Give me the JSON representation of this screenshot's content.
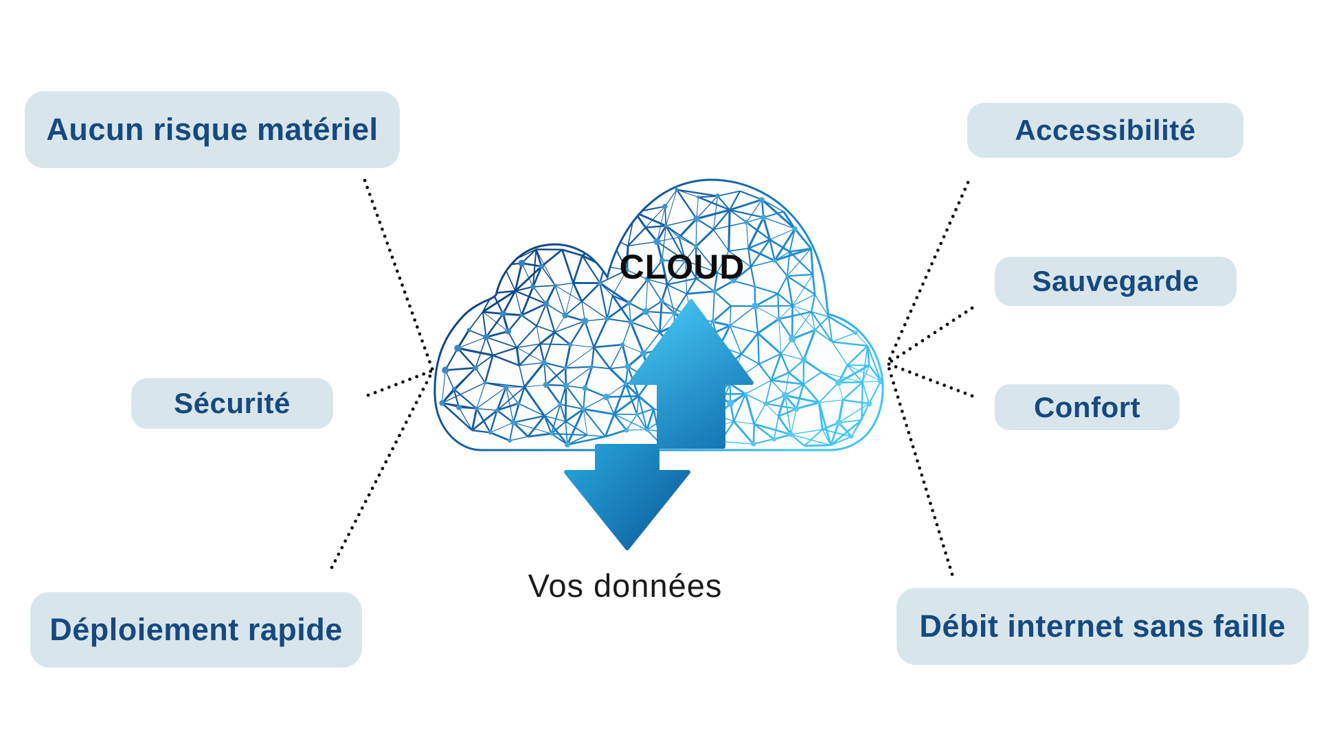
{
  "diagram": {
    "cloud_label": "CLOUD",
    "data_label": "Vos données",
    "benefits": {
      "left": [
        {
          "id": "aucun-risque-materiel",
          "label": "Aucun risque matériel"
        },
        {
          "id": "securite",
          "label": "Sécurité"
        },
        {
          "id": "deploiement-rapide",
          "label": "Déploiement rapide"
        }
      ],
      "right": [
        {
          "id": "accessibilite",
          "label": "Accessibilité"
        },
        {
          "id": "sauvegarde",
          "label": "Sauvegarde"
        },
        {
          "id": "confort",
          "label": "Confort"
        },
        {
          "id": "debit-internet-sans-faille",
          "label": "Débit internet sans faille"
        }
      ]
    }
  },
  "colors": {
    "background": "#ffffff",
    "box_bg": "#d8e6ec",
    "box_text": "#16497f",
    "title_text": "#0d0d0d",
    "connector_dot": "#0b0b0b",
    "mesh_dark": "#0c3466",
    "mesh_mid1": "#155ea6",
    "mesh_mid2": "#2196d6",
    "mesh_light": "#3ec5f3",
    "mesh_dot_dark": "#2e77b5",
    "mesh_dot_light": "#5bd0f7",
    "up_arrow_start": "#46c6f2",
    "up_arrow_end": "#0e6dae",
    "down_arrow_start": "#27a4db",
    "down_arrow_end": "#0a5795",
    "cloud_fill": "#fcfdff"
  }
}
